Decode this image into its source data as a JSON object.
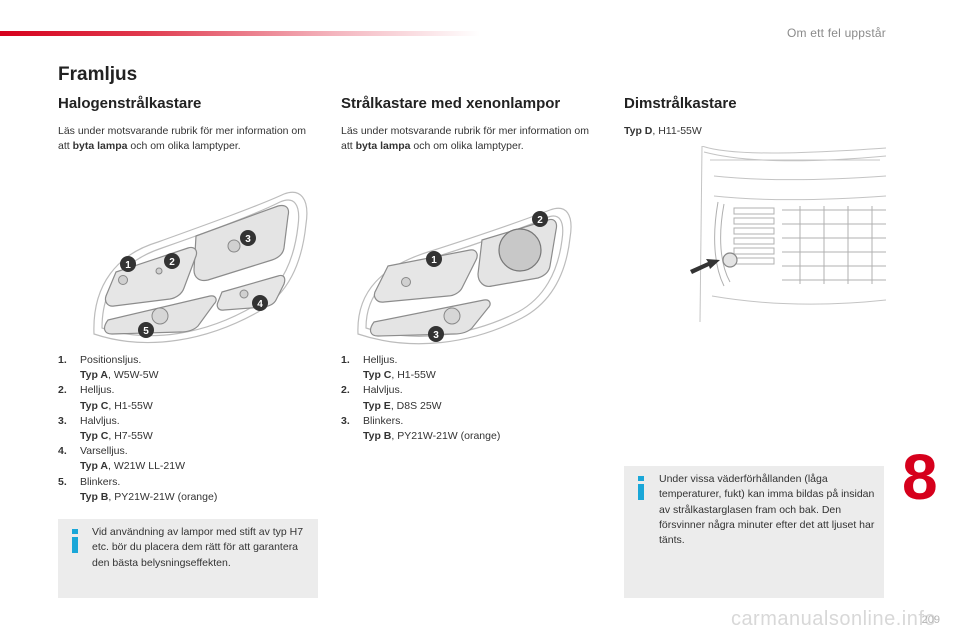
{
  "header": {
    "section_label": "Om ett fel uppstår",
    "page_title": "Framljus",
    "accent_color": "#d6001c"
  },
  "halogen": {
    "heading": "Halogenstrålkastare",
    "intro_pre": "Läs under motsvarande rubrik för mer information om att ",
    "intro_bold": "byta lampa",
    "intro_post": " och om olika lamptyper.",
    "markers": [
      "1",
      "2",
      "3",
      "4",
      "5"
    ],
    "items": [
      {
        "num": "1.",
        "label": "Positionsljus.",
        "type": "Typ A",
        "spec": ", W5W-5W"
      },
      {
        "num": "2.",
        "label": "Helljus.",
        "type": "Typ C",
        "spec": ", H1-55W"
      },
      {
        "num": "3.",
        "label": "Halvljus.",
        "type": "Typ C",
        "spec": ", H7-55W"
      },
      {
        "num": "4.",
        "label": "Varselljus.",
        "type": "Typ A",
        "spec": ", W21W LL-21W"
      },
      {
        "num": "5.",
        "label": "Blinkers.",
        "type": "Typ B",
        "spec": ", PY21W-21W (orange)"
      }
    ],
    "note": "Vid användning av lampor med stift av typ H7 etc. bör du placera dem rätt för att garantera den bästa belysningseffekten."
  },
  "xenon": {
    "heading": "Strålkastare med xenonlampor",
    "intro_pre": "Läs under motsvarande rubrik för mer information om att ",
    "intro_bold": "byta lampa",
    "intro_post": " och om olika lamptyper.",
    "markers": [
      "1",
      "2",
      "3"
    ],
    "items": [
      {
        "num": "1.",
        "label": "Helljus.",
        "type": "Typ C",
        "spec": ", H1-55W"
      },
      {
        "num": "2.",
        "label": "Halvljus.",
        "type": "Typ E",
        "spec": ", D8S 25W"
      },
      {
        "num": "3.",
        "label": "Blinkers.",
        "type": "Typ B",
        "spec": ", PY21W-21W (orange)"
      }
    ]
  },
  "fog": {
    "heading": "Dimstrålkastare",
    "type": "Typ D",
    "spec": ", H11-55W",
    "note": "Under vissa väderförhållanden (låga temperaturer, fukt) kan imma bildas på insidan av strålkastarglasen fram och bak. Den försvinner några minuter efter det att ljuset har tänts."
  },
  "footer": {
    "chapter_number": "8",
    "page_number": "209",
    "watermark": "carmanualsonline.info"
  }
}
